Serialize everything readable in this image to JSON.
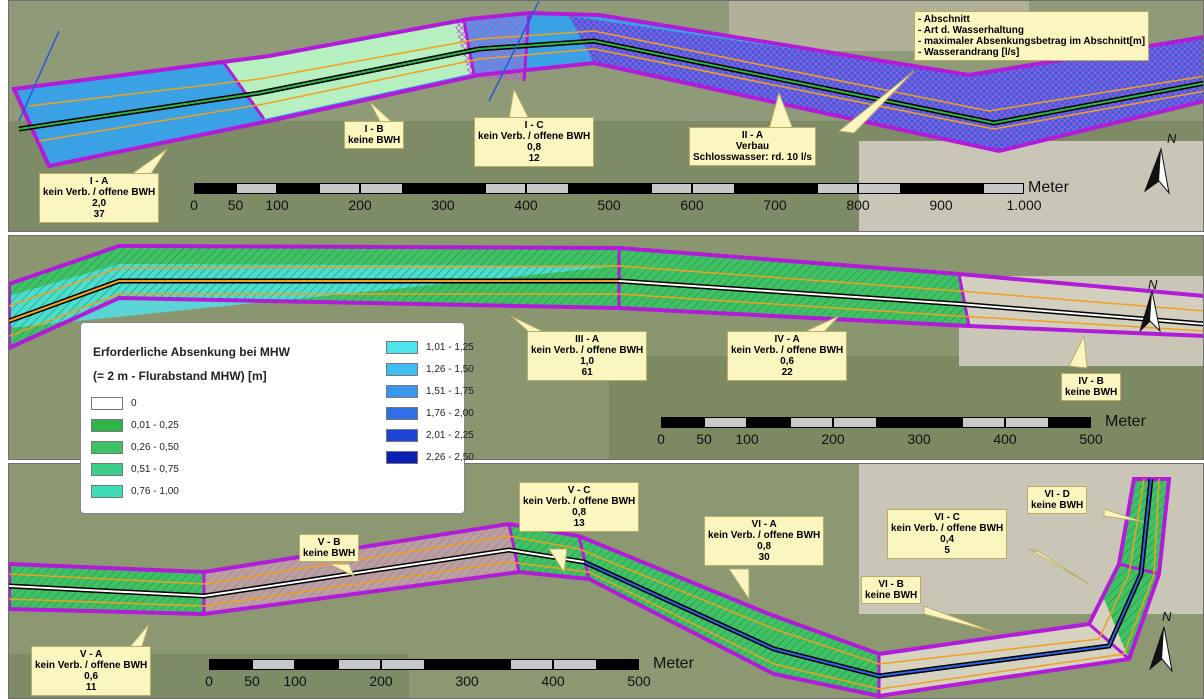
{
  "colors": {
    "aerial": "#8f9a78",
    "purple": "#b21bd8",
    "orange": "#f0a020",
    "callout_bg": "#fbf6c0"
  },
  "panel1": {
    "callouts": {
      "ia": [
        "I - A",
        "kein Verb. / offene BWH",
        "2,0",
        "37"
      ],
      "ib": [
        "I - B",
        "keine BWH"
      ],
      "ic": [
        "I - C",
        "kein Verb. / offene BWH",
        "0,8",
        "12"
      ],
      "iia": [
        "II - A",
        "Verbau",
        "Schlosswasser: rd. 10 l/s"
      ],
      "key": [
        "- Abschnitt",
        "- Art d. Wasserhaltung",
        "- maximaler Absenkungsbetrag im Abschnitt[m]",
        "- Wasserandrang [l/s]"
      ]
    },
    "scale": {
      "unit": "Meter",
      "ticks": [
        "0",
        "50",
        "100",
        "200",
        "300",
        "400",
        "500",
        "600",
        "700",
        "800",
        "900",
        "1.000"
      ]
    },
    "north": "N"
  },
  "panel2": {
    "callouts": {
      "iiia": [
        "III - A",
        "kein Verb. / offene BWH",
        "1,0",
        "61"
      ],
      "iva": [
        "IV - A",
        "kein Verb. / offene BWH",
        "0,6",
        "22"
      ],
      "ivb": [
        "IV - B",
        "keine BWH"
      ]
    },
    "scale": {
      "unit": "Meter",
      "ticks": [
        "0",
        "50",
        "100",
        "200",
        "300",
        "400",
        "500"
      ]
    },
    "north": "N"
  },
  "panel3": {
    "callouts": {
      "va": [
        "V - A",
        "kein Verb. / offene BWH",
        "0,6",
        "11"
      ],
      "vb": [
        "V - B",
        "keine BWH"
      ],
      "vc": [
        "V - C",
        "kein Verb. / offene BWH",
        "0,8",
        "13"
      ],
      "via": [
        "VI - A",
        "kein Verb. / offene BWH",
        "0,8",
        "30"
      ],
      "vib": [
        "VI - B",
        "keine BWH"
      ],
      "vic": [
        "VI - C",
        "kein Verb. / offene BWH",
        "0,4",
        "5"
      ],
      "vid": [
        "VI - D",
        "keine BWH"
      ]
    },
    "scale": {
      "unit": "Meter",
      "ticks": [
        "0",
        "50",
        "100",
        "200",
        "300",
        "400",
        "500"
      ]
    },
    "north": "N"
  },
  "legend": {
    "title1": "Erforderliche Absenkung bei MHW",
    "title2": "(= 2 m - Flurabstand MHW) [m]",
    "left": [
      {
        "label": "0",
        "color": "#ffffff"
      },
      {
        "label": "0,01 - 0,25",
        "color": "#2fb34a"
      },
      {
        "label": "0,26 - 0,50",
        "color": "#3fc265"
      },
      {
        "label": "0,51 - 0,75",
        "color": "#3ccf8a"
      },
      {
        "label": "0,76 - 1,00",
        "color": "#40dcb4"
      }
    ],
    "right": [
      {
        "label": "1,01 - 1,25",
        "color": "#4ee4ee"
      },
      {
        "label": "1,26 - 1,50",
        "color": "#3dbdf0"
      },
      {
        "label": "1,51 - 1,75",
        "color": "#3a97ec"
      },
      {
        "label": "1,76 - 2,00",
        "color": "#2e6ee6"
      },
      {
        "label": "2,01 - 2,25",
        "color": "#1f45d6"
      },
      {
        "label": "2,26 - 2,50",
        "color": "#0a1fb4"
      }
    ]
  }
}
